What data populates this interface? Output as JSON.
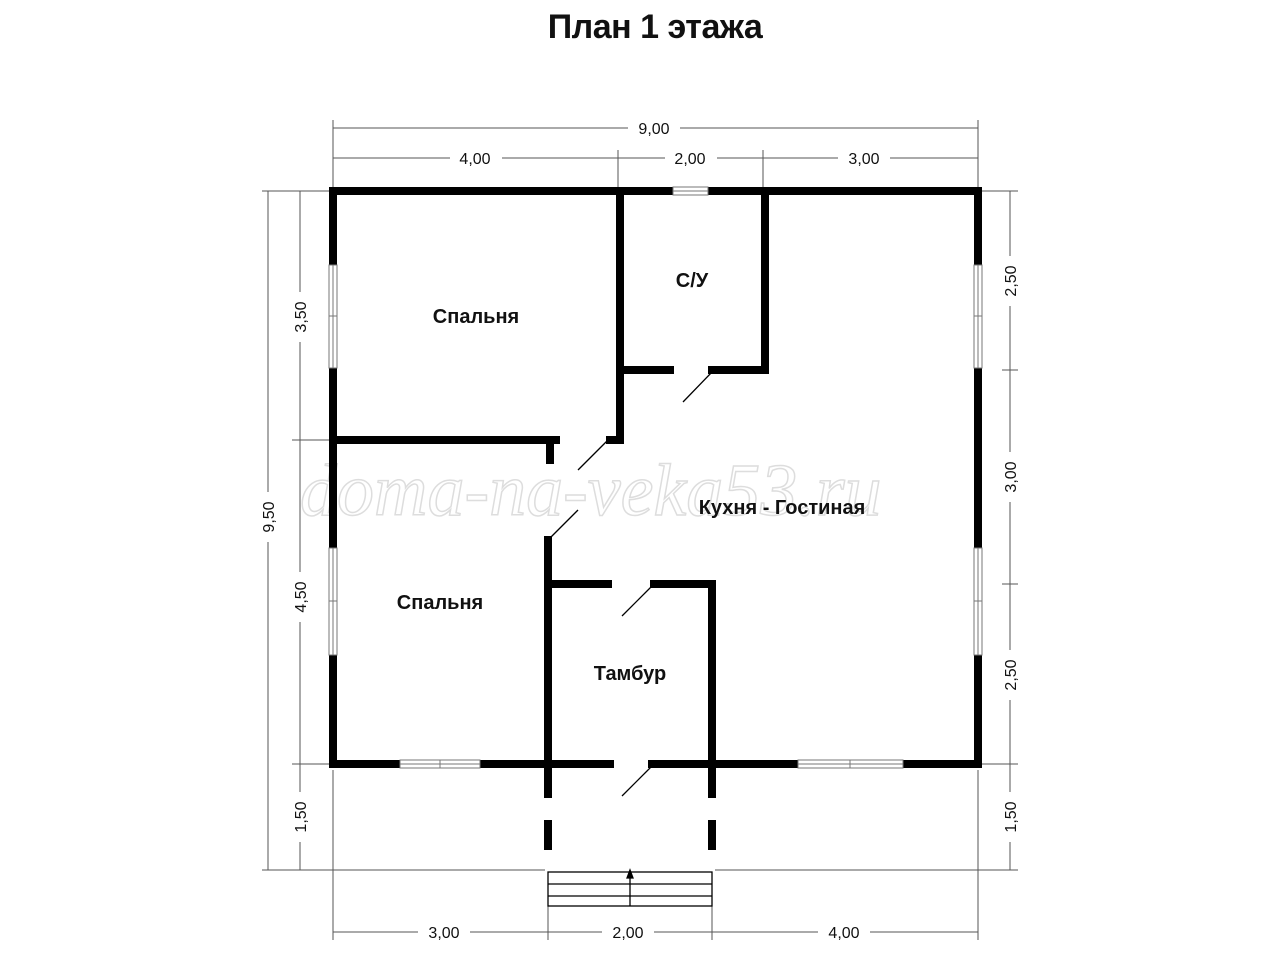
{
  "title": "План 1 этажа",
  "watermark": "doma-na-veka53.ru",
  "rooms": {
    "bedroom_top": "Спальня",
    "bathroom": "С/У",
    "kitchen_living": "Кухня - Гостиная",
    "bedroom_bottom": "Спальня",
    "vestibule": "Тамбур"
  },
  "dimensions": {
    "top_total": "9,00",
    "top_segments": [
      "4,00",
      "2,00",
      "3,00"
    ],
    "left_total": "9,50",
    "left_segments": [
      "3,50",
      "4,50",
      "1,50"
    ],
    "right_segments": [
      "2,50",
      "3,00",
      "2,50",
      "1,50"
    ],
    "bottom_segments": [
      "3,00",
      "2,00",
      "4,00"
    ]
  }
}
